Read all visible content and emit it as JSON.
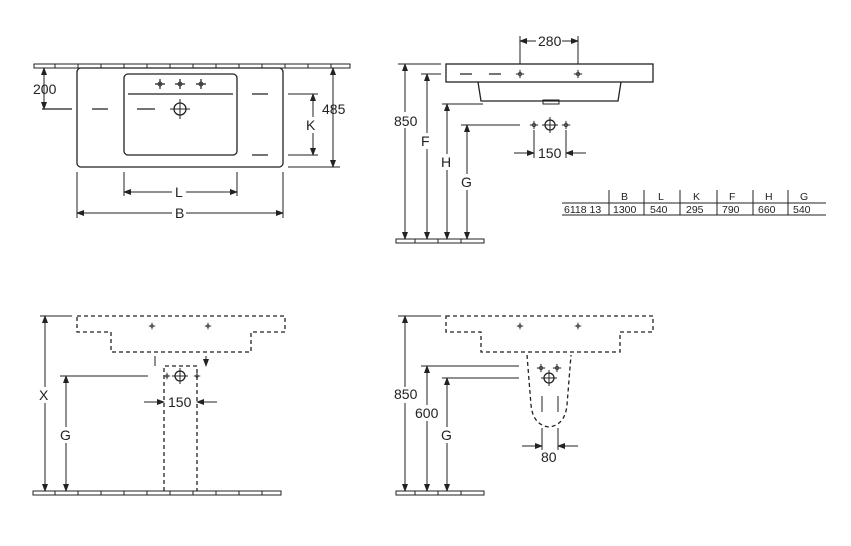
{
  "top_view": {
    "dim_200": "200",
    "dim_485": "485",
    "label_K": "K",
    "label_L": "L",
    "label_B": "B"
  },
  "side_view": {
    "dim_280": "280",
    "dim_850": "850",
    "dim_150": "150",
    "label_F": "F",
    "label_H": "H",
    "label_G": "G"
  },
  "table": {
    "headers": [
      "B",
      "L",
      "K",
      "F",
      "H",
      "G"
    ],
    "row": {
      "model": "6118 13",
      "values": [
        "1300",
        "540",
        "295",
        "790",
        "660",
        "540"
      ]
    }
  },
  "pedestal_view": {
    "label_X": "X",
    "label_G": "G",
    "dim_150": "150"
  },
  "semi_pedestal_view": {
    "dim_850": "850",
    "dim_600": "600",
    "label_G": "G",
    "dim_80": "80"
  }
}
